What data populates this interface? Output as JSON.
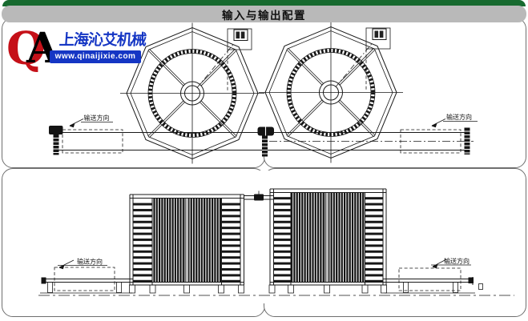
{
  "header": {
    "title": "输入与输出配置"
  },
  "logo": {
    "mark_q": "Q",
    "mark_a": "A",
    "company": "上海沁艾机械",
    "website": "www.qinaijixie.com"
  },
  "drawings": {
    "direction_label": "输送方向",
    "top_view_count": 2,
    "front_view_count": 2
  },
  "colors": {
    "header_green": "#176a2f",
    "header_bar_gray": "#b9b9b9",
    "logo_red": "#c51018",
    "logo_blue": "#1536c4",
    "line_black": "#1a1a1a",
    "panel_border_gray": "#6f6f6f"
  }
}
